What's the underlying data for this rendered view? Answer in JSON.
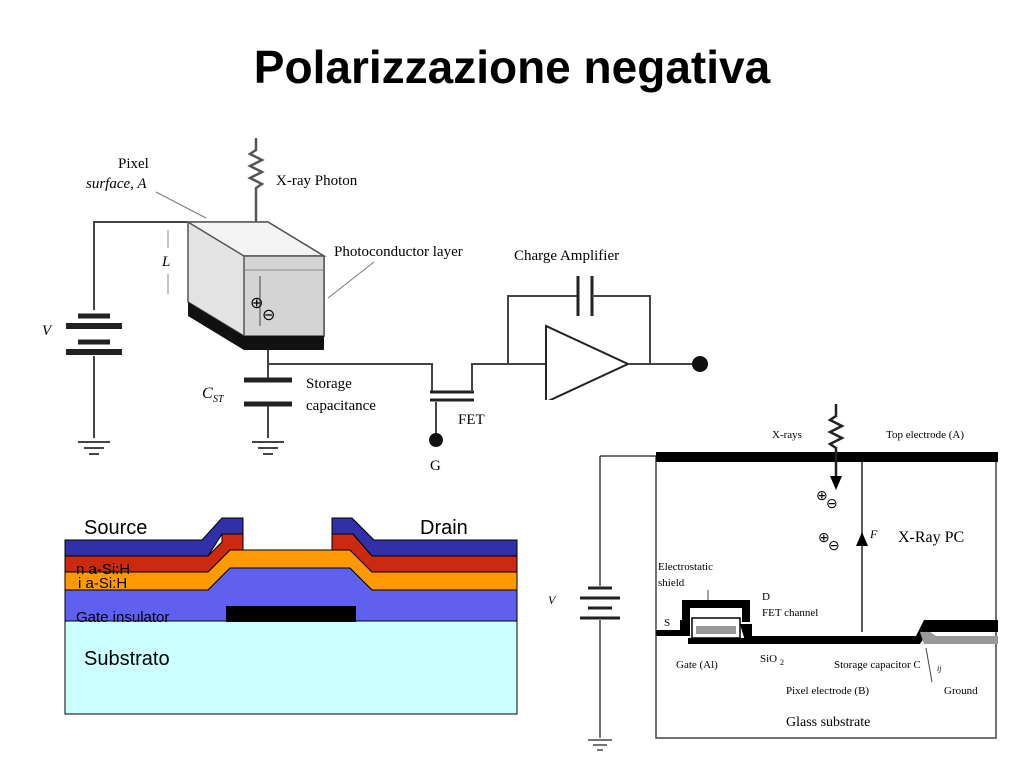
{
  "slide": {
    "title": "Polarizzazione negativa"
  },
  "circuit": {
    "pixel_surface_line1": "Pixel",
    "pixel_surface_line2": "surface, A",
    "xray_photon": "X-ray Photon",
    "photoconductor_layer": "Photoconductor layer",
    "charge_amplifier": "Charge Amplifier",
    "length_label": "L",
    "voltage_label": "V",
    "cst_label": "C",
    "cst_sub": "ST",
    "storage_line1": "Storage",
    "storage_line2": "capacitance",
    "fet_label": "FET",
    "gate_label": "G",
    "plus_glyph": "⊕",
    "minus_glyph": "⊖"
  },
  "crosssection": {
    "source": "Source",
    "drain": "Drain",
    "n_layer": "n a-Si:H",
    "i_layer": "i a-Si:H",
    "gate_insulator": "Gate insulator",
    "substrate": "Substrato",
    "colors": {
      "top_blue": "#3030a8",
      "red": "#cc2a10",
      "orange": "#ff9900",
      "insulator": "#6060f0",
      "gate": "#000000",
      "substrate": "#ccffff"
    }
  },
  "pixel_panel": {
    "xrays": "X-rays",
    "top_electrode": "Top electrode (A)",
    "xray_pc": "X-Ray PC",
    "field_label": "F",
    "electrostatic_line1": "Electrostatic",
    "electrostatic_line2": "shield",
    "d_label": "D",
    "fet_channel": "FET channel",
    "s_label": "S",
    "voltage_label": "V",
    "gate_al": "Gate (Al)",
    "sio2": "SiO",
    "sio2_sub": "2",
    "storage_capacitor": "Storage capacitor C",
    "storage_capacitor_sub": "ij",
    "pixel_electrode": "Pixel electrode (B)",
    "ground": "Ground",
    "glass_substrate": "Glass substrate"
  }
}
